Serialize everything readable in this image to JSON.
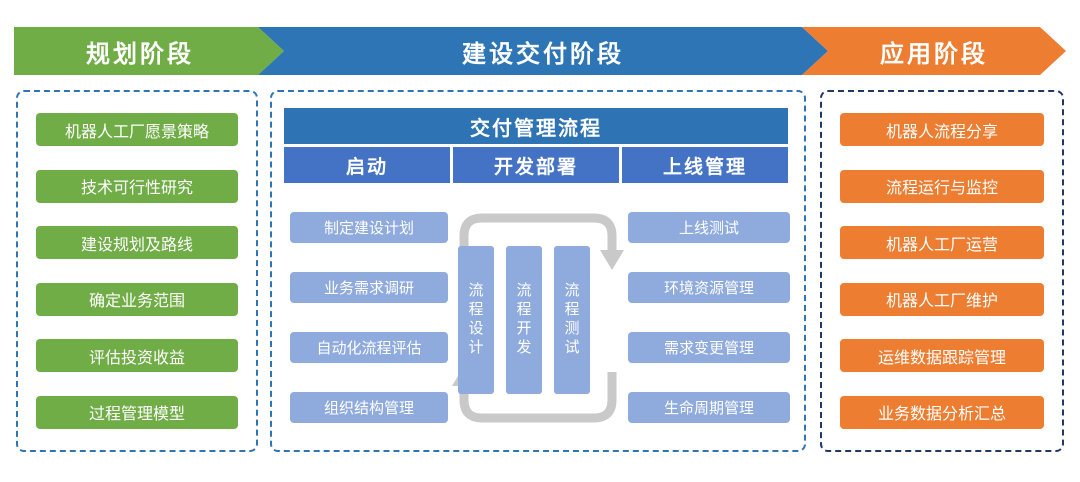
{
  "phases": [
    {
      "label": "规划阶段",
      "color": "#70AD47"
    },
    {
      "label": "建设交付阶段",
      "color": "#2E75B6"
    },
    {
      "label": "应用阶段",
      "color": "#ED7D31"
    }
  ],
  "planning": {
    "items": [
      "机器人工厂愿景策略",
      "技术可行性研究",
      "建设规划及路线",
      "确定业务范围",
      "评估投资收益",
      "过程管理模型"
    ]
  },
  "delivery": {
    "title": "交付管理流程",
    "columns": [
      "启动",
      "开发部署",
      "上线管理"
    ],
    "start_items": [
      "制定建设计划",
      "业务需求调研",
      "自动化流程评估",
      "组织结构管理"
    ],
    "cycle_items": [
      "流程设计",
      "流程开发",
      "流程测试"
    ],
    "online_items": [
      "上线测试",
      "环境资源管理",
      "需求变更管理",
      "生命周期管理"
    ]
  },
  "application": {
    "items": [
      "机器人流程分享",
      "流程运行与监控",
      "机器人工厂运营",
      "机器人工厂维护",
      "运维数据跟踪管理",
      "业务数据分析汇总"
    ]
  },
  "colors": {
    "green": "#70AD47",
    "blue_banner": "#2E75B6",
    "blue_header": "#2E74B5",
    "blue_subheader": "#4472C4",
    "light_blue": "#8FAADC",
    "orange": "#ED7D31",
    "navy_border": "#203864",
    "arrow_gray": "#C9C9C9"
  }
}
